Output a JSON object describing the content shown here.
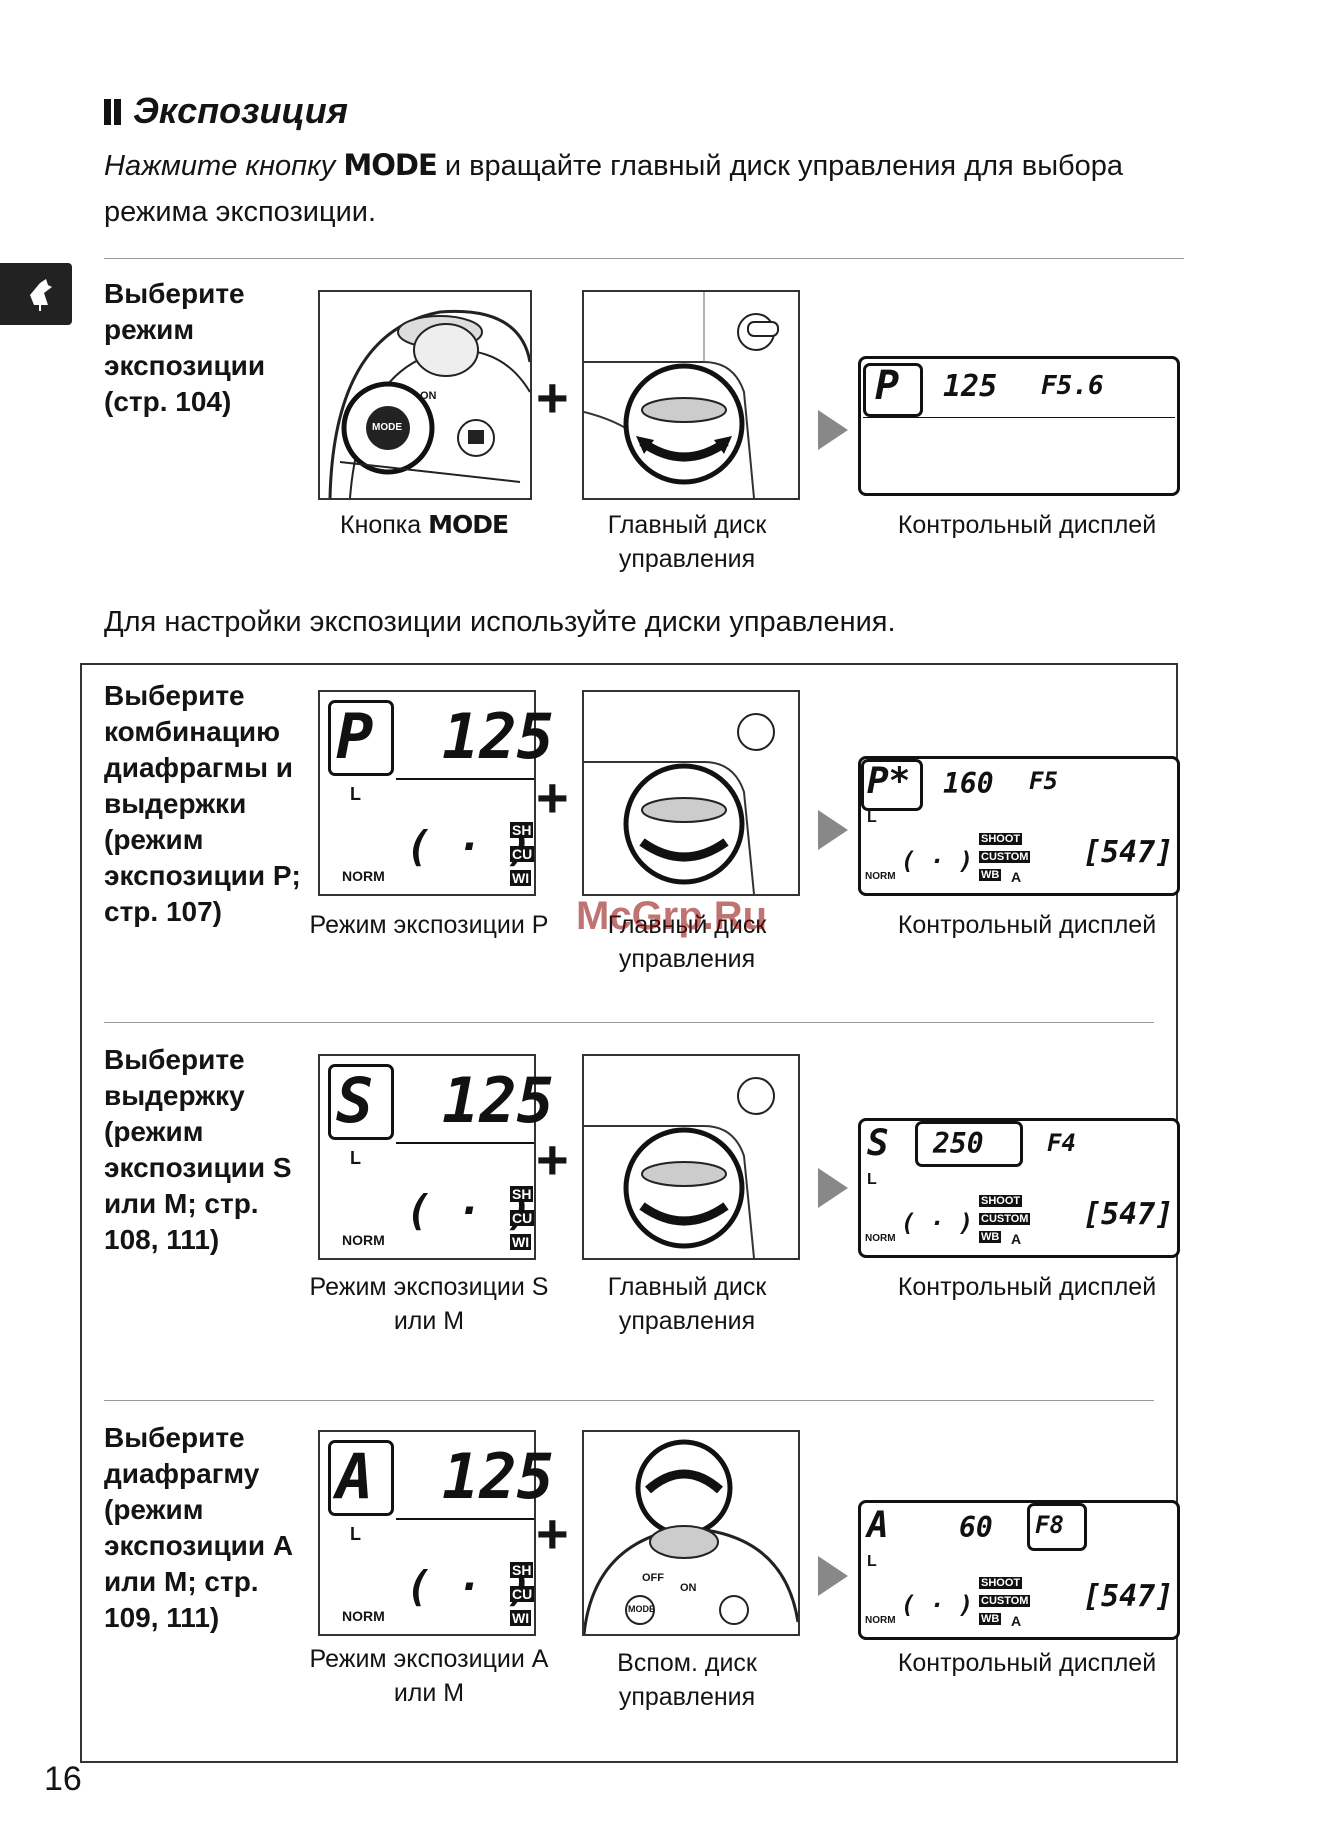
{
  "section": {
    "title": "Экспозиция",
    "intro_italic": "Нажмите кнопку",
    "intro_button": "MODE",
    "intro_rest": " и вращайте главный диск управления для выбора режима экспозиции."
  },
  "step_select_mode": {
    "title": "Выберите режим экспозиции (стр. 104)",
    "caption_button": "Кнопка",
    "caption_button_word": "MODE",
    "caption_dial": "Главный диск управления",
    "caption_display": "Контрольный дисплей",
    "display": {
      "mode": "P",
      "shutter": "125",
      "aperture": "F5.6"
    }
  },
  "adjust_intro": "Для настройки экспозиции используйте диски управления.",
  "rows": [
    {
      "title": "Выберите комбинацию диафрагмы и выдержки (режим экспозиции P; стр. 107)",
      "left_mode": "P",
      "left_value": "125",
      "caption_left": "Режим экспозиции P",
      "caption_mid": "Главный диск управления",
      "caption_right": "Контрольный дисплей",
      "display": {
        "mode": "P*",
        "shutter": "160",
        "aperture": "F5",
        "count": "[547]"
      }
    },
    {
      "title": "Выберите выдержку (режим экспозиции S или M; стр. 108, 111)",
      "left_mode": "S",
      "left_value": "125",
      "caption_left": "Режим экспозиции S или M",
      "caption_mid": "Главный диск управления",
      "caption_right": "Контрольный дисплей",
      "display": {
        "mode": "S",
        "shutter": "250",
        "aperture": "F4",
        "count": "[547]"
      }
    },
    {
      "title": "Выберите диафрагму (режим экспозиции A или M; стр. 109, 111)",
      "left_mode": "A",
      "left_value": "125",
      "caption_left": "Режим экспозиции A или M",
      "caption_mid": "Вспом. диск управления",
      "caption_right": "Контрольный дисплей",
      "display": {
        "mode": "A",
        "shutter": "60",
        "aperture": "F8",
        "count": "[547]"
      }
    }
  ],
  "lcd_labels": {
    "norm": "NORM",
    "shoot": "SHOOT",
    "custom": "CUSTOM",
    "wb": "WB",
    "a": "A",
    "l": "L",
    "sh": "SH",
    "cu": "CU",
    "wi": "WI"
  },
  "camera_labels": {
    "mode": "MODE",
    "on": "ON",
    "off": "OFF"
  },
  "watermark": "McGrp.Ru",
  "page_number": "16"
}
